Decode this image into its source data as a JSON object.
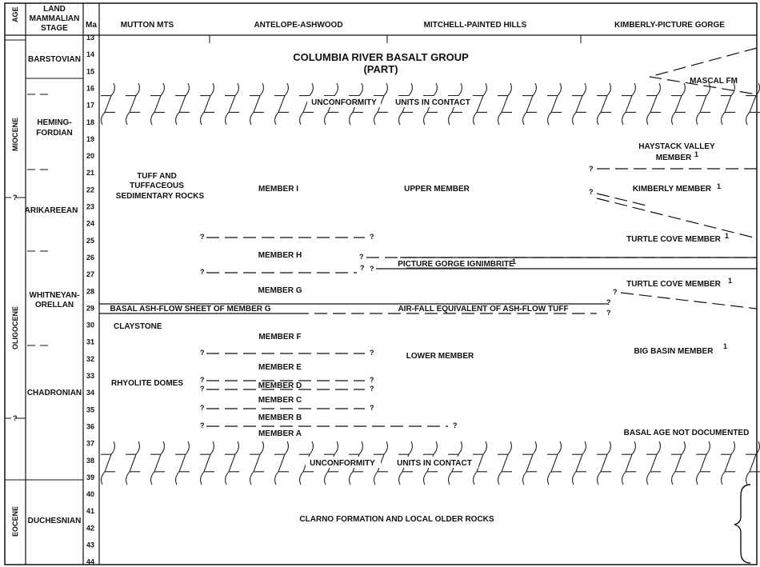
{
  "header": {
    "age": "AGE",
    "stage_line1": "LAND",
    "stage_line2": "MAMMALIAN",
    "stage_line3": "STAGE",
    "ma": "Ma",
    "col1": "MUTTON MTS",
    "col2": "ANTELOPE-ASHWOOD",
    "col3": "MITCHELL-PAINTED HILLS",
    "col4": "KIMBERLY-PICTURE GORGE"
  },
  "ages": [
    "MIOCENE",
    "OLIGOCENE",
    "EOCENE"
  ],
  "stages": {
    "barstovian": "BARSTOVIAN",
    "hemingfordian_1": "HEMING-",
    "hemingfordian_2": "FORDIAN",
    "arikareean": "ARIKAREEAN",
    "whitneyan_1": "WHITNEYAN-",
    "whitneyan_2": "ORELLAN",
    "chadronian": "CHADRONIAN",
    "duchesnian": "DUCHESNIAN"
  },
  "ma_ticks": [
    "13",
    "14",
    "15",
    "16",
    "17",
    "18",
    "19",
    "20",
    "21",
    "22",
    "23",
    "24",
    "25",
    "26",
    "27",
    "28",
    "29",
    "30",
    "31",
    "32",
    "33",
    "34",
    "35",
    "36",
    "37",
    "38",
    "39",
    "40",
    "41",
    "42",
    "43",
    "44"
  ],
  "units": {
    "crbg_1": "COLUMBIA RIVER BASALT GROUP",
    "crbg_2": "(PART)",
    "mascal": "MASCAL FM",
    "unconformity_top": "UNCONFORMITY",
    "contact_top": "UNITS IN CONTACT",
    "haystack_1": "HAYSTACK VALLEY",
    "haystack_2": "MEMBER",
    "tuff_1": "TUFF AND",
    "tuff_2": "TUFFACEOUS",
    "tuff_3": "SEDIMENTARY ROCKS",
    "member_i": "MEMBER I",
    "upper_member": "UPPER MEMBER",
    "kimberly_member": "KIMBERLY MEMBER",
    "turtle_cove_upper": "TURTLE COVE MEMBER",
    "member_h": "MEMBER H",
    "picture_gorge": "PICTURE GORGE IGNIMBRITE",
    "member_g": "MEMBER G",
    "turtle_cove_lower": "TURTLE COVE MEMBER",
    "basal_ash": "BASAL ASH-FLOW SHEET OF MEMBER G",
    "air_fall": "AIR-FALL EQUIVALENT OF ASH-FLOW TUFF",
    "claystone": "CLAYSTONE",
    "member_f": "MEMBER F",
    "lower_member": "LOWER MEMBER",
    "big_basin": "BIG BASIN MEMBER",
    "member_e": "MEMBER E",
    "rhyolite": "RHYOLITE DOMES",
    "member_d": "MEMBER D",
    "member_c": "MEMBER C",
    "member_b": "MEMBER B",
    "member_a": "MEMBER A",
    "basal_age": "BASAL AGE NOT DOCUMENTED",
    "unconformity_bottom": "UNCONFORMITY",
    "contact_bottom": "UNITS IN CONTACT",
    "clarno": "CLARNO FORMATION AND LOCAL OLDER ROCKS"
  },
  "marks": {
    "q": "?",
    "note": "1"
  }
}
